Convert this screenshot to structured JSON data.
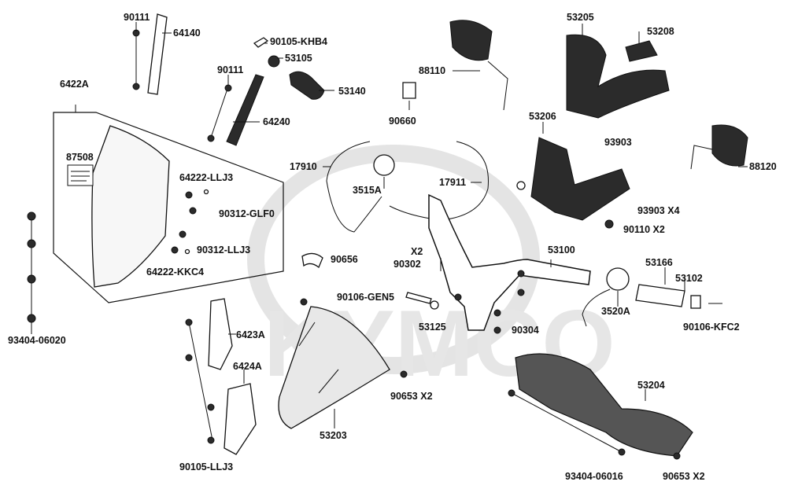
{
  "watermark": {
    "text": "KYMCO"
  },
  "labels": {
    "p90111a": "90111",
    "p64140": "64140",
    "p90105_khb4": "90105-KHB4",
    "p53105": "53105",
    "p90111b": "90111",
    "p53140": "53140",
    "p88110": "88110",
    "p53205": "53205",
    "p53208": "53208",
    "p6422a": "6422A",
    "p64240": "64240",
    "p90660": "90660",
    "p53206": "53206",
    "p93903a": "93903",
    "p87508": "87508",
    "p88120": "88120",
    "p17910": "17910",
    "p17911": "17911",
    "p64222_llj3": "64222-LLJ3",
    "p3515a": "3515A",
    "p93903b": "93903  X4",
    "p90312_glf0": "90312-GLF0",
    "p90110": "90110  X2",
    "p90312_llj3": "90312-LLJ3",
    "p53100": "53100",
    "px2": "X2",
    "p90656": "90656",
    "p90302": "90302",
    "p53166": "53166",
    "p64222_kkc4": "64222-KKC4",
    "p53102": "53102",
    "p90106_gen5": "90106-GEN5",
    "p3520a": "3520A",
    "p53125": "53125",
    "p90304": "90304",
    "p90106_kfc2": "90106-KFC2",
    "p6423a": "6423A",
    "p93404_06020": "93404-06020",
    "p6424a": "6424A",
    "p53204": "53204",
    "p90653a": "90653  X2",
    "p53203": "53203",
    "p90105_llj3": "90105-LLJ3",
    "p93404_06016": "93404-06016",
    "p90653b": "90653  X2"
  }
}
